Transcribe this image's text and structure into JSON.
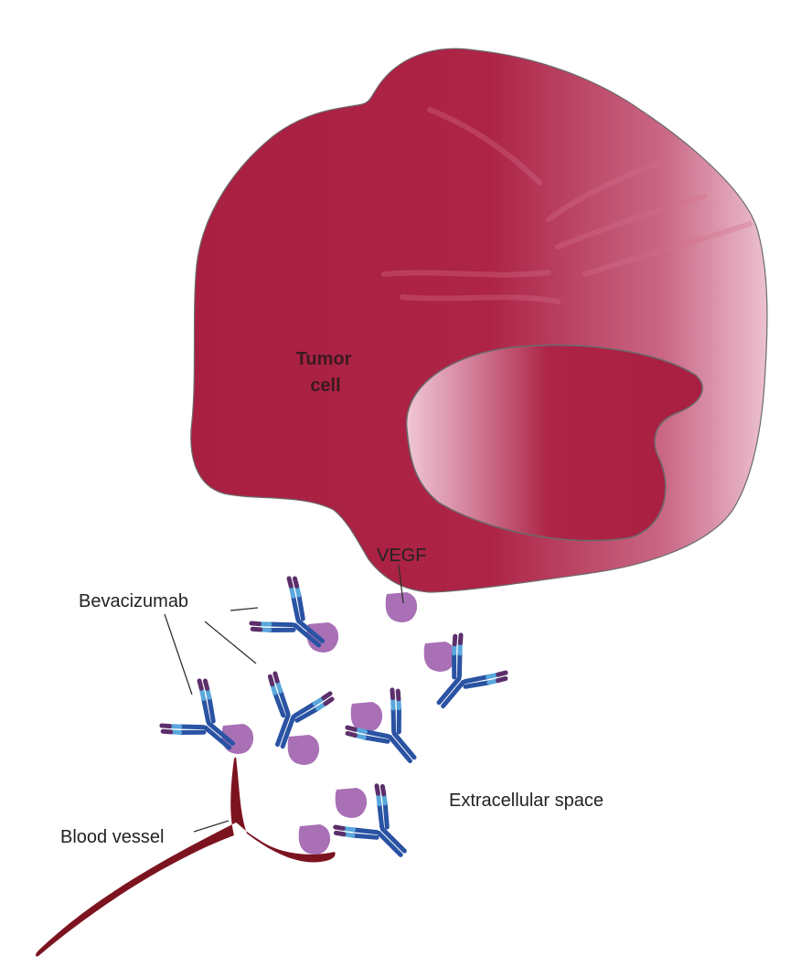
{
  "labels": {
    "tumor_cell_line1": "Tumor",
    "tumor_cell_line2": "cell",
    "vegf": "VEGF",
    "bevacizumab": "Bevacizumab",
    "extracellular_space": "Extracellular space",
    "blood_vessel": "Blood vessel"
  },
  "colors": {
    "tumor_dark": "#a81f41",
    "tumor_light": "#ecc1d0",
    "cell_outline": "#555555",
    "vegf": "#a970b6",
    "antibody_blue": "#2a53a3",
    "antibody_light_blue": "#5aa7dc",
    "antibody_purple": "#5c2f6b",
    "blood_vessel": "#7c1420"
  },
  "icons": {
    "antibody": "antibody-icon",
    "vegf_molecule": "vegf-molecule-icon"
  }
}
